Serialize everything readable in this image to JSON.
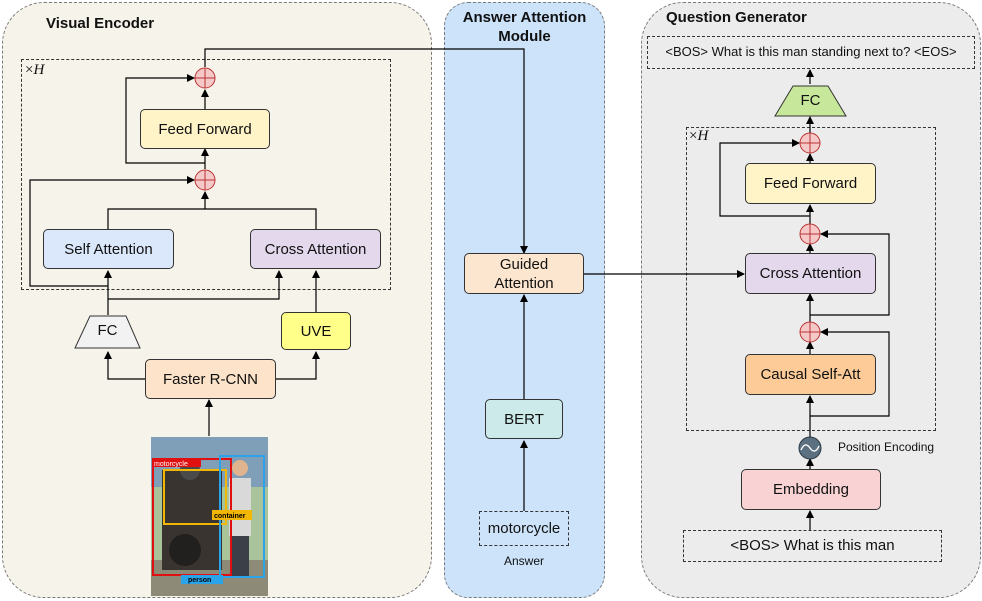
{
  "colors": {
    "encoder_bg": "#f6f3ea",
    "answer_bg": "#cce3fa",
    "generator_bg": "#ececec",
    "feed_forward": "#fff3c8",
    "self_attention": "#dbe8fb",
    "cross_attention": "#e3d8ec",
    "fc_encoder": "#f2f2f2",
    "uve": "#ffff8a",
    "faster_rcnn": "#fde3c9",
    "guided_attention": "#fde6cf",
    "bert": "#cdeaea",
    "causal_self_att": "#fccb97",
    "embedding": "#f9d3d3",
    "fc_generator": "#c7e89a",
    "add_node": "#f6c9c9",
    "position_encoding_node": "#5b7080"
  },
  "visual_encoder": {
    "title": "Visual Encoder",
    "repeat_prefix": "×",
    "repeat_var": "H",
    "feed_forward": "Feed Forward",
    "self_attention": "Self Attention",
    "cross_attention": "Cross Attention",
    "fc": "FC",
    "uve": "UVE",
    "faster_rcnn": "Faster R-CNN",
    "detections": [
      "motorcycle",
      "container",
      "person"
    ]
  },
  "answer_attention": {
    "title_line1": "Answer Attention",
    "title_line2": "Module",
    "guided_line1": "Guided",
    "guided_line2": "Attention",
    "bert": "BERT",
    "answer_token": "motorcycle",
    "answer_label": "Answer"
  },
  "question_generator": {
    "title": "Question Generator",
    "output_text": "<BOS> What is this man standing next to?  <EOS>",
    "fc": "FC",
    "repeat_prefix": "×",
    "repeat_var": "H",
    "feed_forward": "Feed Forward",
    "cross_attention": "Cross Attention",
    "causal_self_att": "Causal Self-Att",
    "position_encoding": "Position Encoding",
    "embedding": "Embedding",
    "input_text": "<BOS> What is this man"
  }
}
